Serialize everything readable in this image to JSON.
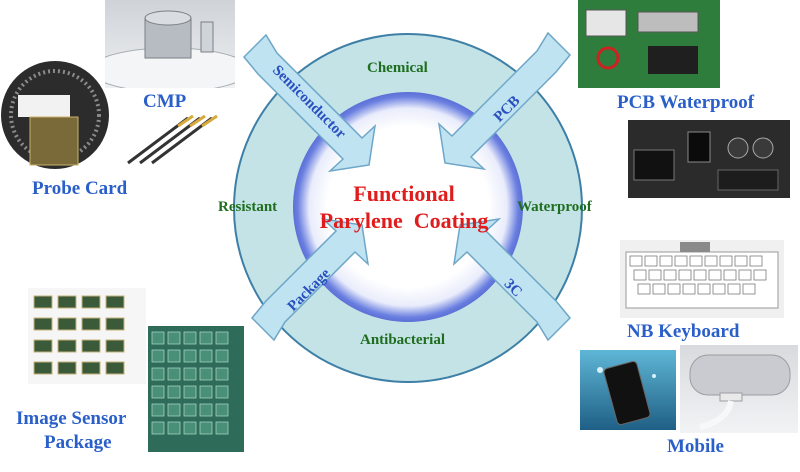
{
  "center": {
    "line1": "Functional",
    "line2": "Parylene  Coating"
  },
  "properties": {
    "top": "Chemical",
    "left": "Resistant",
    "right": "Waterproof",
    "bottom": "Antibacterial"
  },
  "arrows": {
    "top_left": "Semiconductor",
    "top_right": "PCB",
    "bottom_left": "Package",
    "bottom_right": "3C"
  },
  "captions": {
    "cmp": "CMP",
    "probe_card": "Probe Card",
    "image_sensor_line1": "Image Sensor",
    "image_sensor_line2": "Package",
    "pcb_waterproof": "PCB Waterproof",
    "nb_keyboard": "NB Keyboard",
    "mobile": "Mobile"
  },
  "colors": {
    "circle_fill": "#c3e3e6",
    "circle_stroke": "#3d7fa6",
    "halo": "#5c70d6",
    "arrow_fill": "#bfe3f1",
    "arrow_stroke": "#6ea6c8",
    "arrow_text": "#2a4fbf",
    "center_text": "#e01c1c",
    "property_text": "#1f6e1f",
    "caption_text": "#2a5fc9"
  }
}
